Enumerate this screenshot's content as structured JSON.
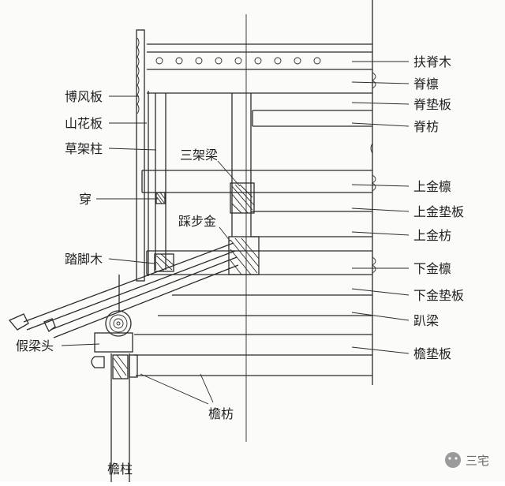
{
  "labels": {
    "left": {
      "bofengban": "博风板",
      "shanhuaban": "山花板",
      "caojiazhu": "草架柱",
      "chuan": "穿",
      "tajiaomu": "踏脚木",
      "jialiangtou": "假梁头"
    },
    "right": {
      "fujimu": "扶脊木",
      "jilin": "脊檩",
      "jidianban": "脊垫板",
      "jifang": "脊枋",
      "shangjinlin": "上金檩",
      "shangjindianban": "上金垫板",
      "shangjinfang": "上金枋",
      "xiajinlin": "下金檩",
      "xiajindianban": "下金垫板",
      "paliang": "趴梁",
      "yandianban": "檐垫板"
    },
    "center": {
      "sanjialiang": "三架梁",
      "caibujin": "踩步金",
      "yanfang": "檐枋",
      "yanzhu": "檐柱"
    }
  },
  "watermark": {
    "text": "三宅"
  }
}
